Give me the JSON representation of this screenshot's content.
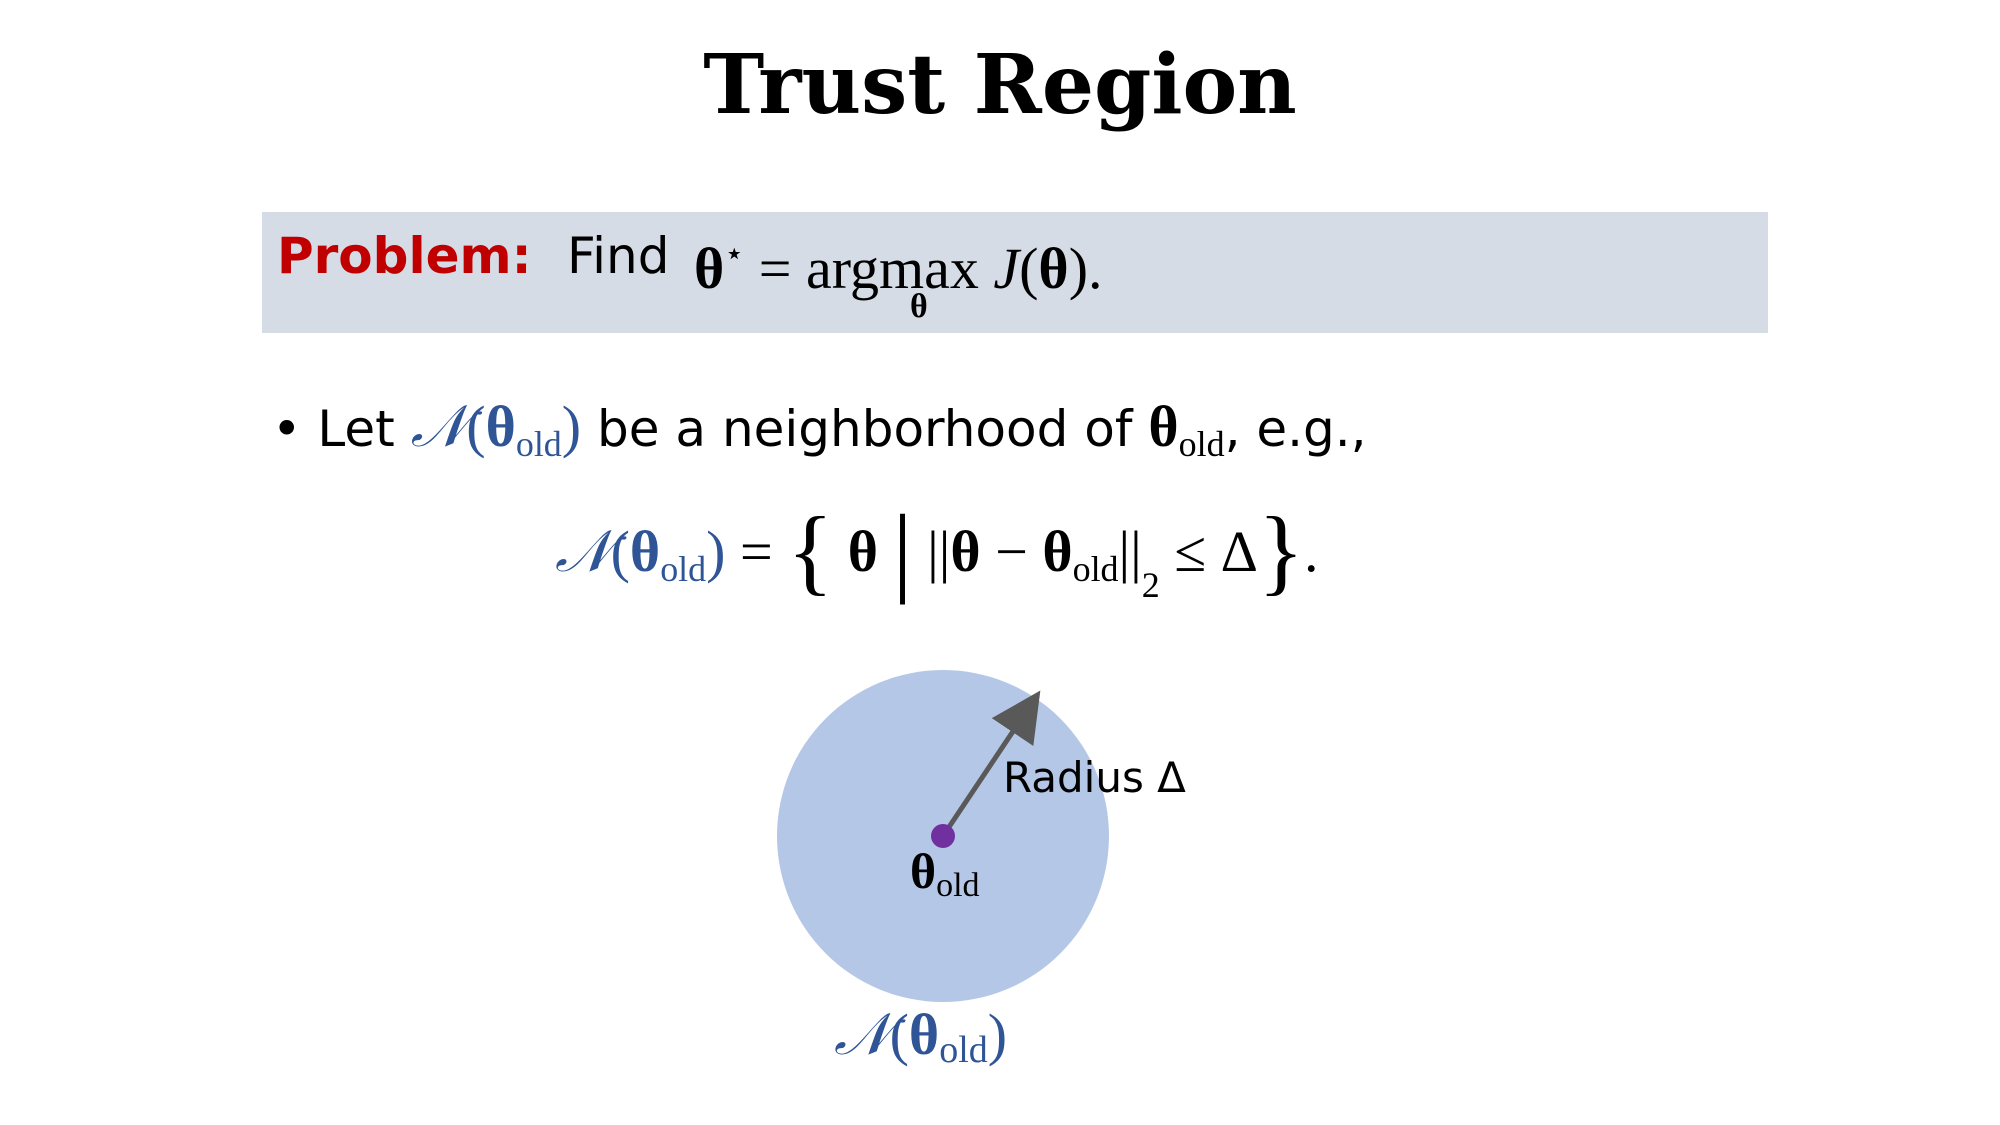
{
  "title": "Trust Region",
  "problem": {
    "label": "Problem:",
    "find": "Find",
    "theta_star": "θ",
    "star": "⋆",
    "equals": "=",
    "argmax": "argmax",
    "argmax_sub": "θ",
    "J": "J",
    "paren_open": "(",
    "theta": "θ",
    "paren_close": ").",
    "box_color": "#d6dce5",
    "label_color": "#c00000"
  },
  "bullet": {
    "marker": "•",
    "let": "Let",
    "N": "𝒩",
    "open": "(",
    "theta": "θ",
    "old": "old",
    "close": ")",
    "middle": "be a neighborhood of",
    "end": ", e.g.,",
    "accent_color": "#2f5597"
  },
  "equation": {
    "N": "𝒩",
    "open": "(",
    "theta": "θ",
    "old": "old",
    "close": ")",
    "equals": "=",
    "lbrace": "{",
    "theta_set": "θ",
    "bar": "|",
    "norm_open": "||",
    "theta_a": "θ",
    "minus": "−",
    "theta_b": "θ",
    "old_b": "old",
    "norm_close": "||",
    "norm_sub": "2",
    "leq": "≤",
    "delta": "Δ",
    "rbrace": "}",
    "period": "."
  },
  "diagram": {
    "radius_label": "Radius Δ",
    "center_theta": "θ",
    "center_old": "old",
    "region_N": "𝒩",
    "region_open": "(",
    "region_theta": "θ",
    "region_old": "old",
    "region_close": ")",
    "circle_color": "#b4c7e7",
    "center_dot_color": "#7030a0",
    "arrow_color": "#595959",
    "label_color": "#2f5597"
  }
}
